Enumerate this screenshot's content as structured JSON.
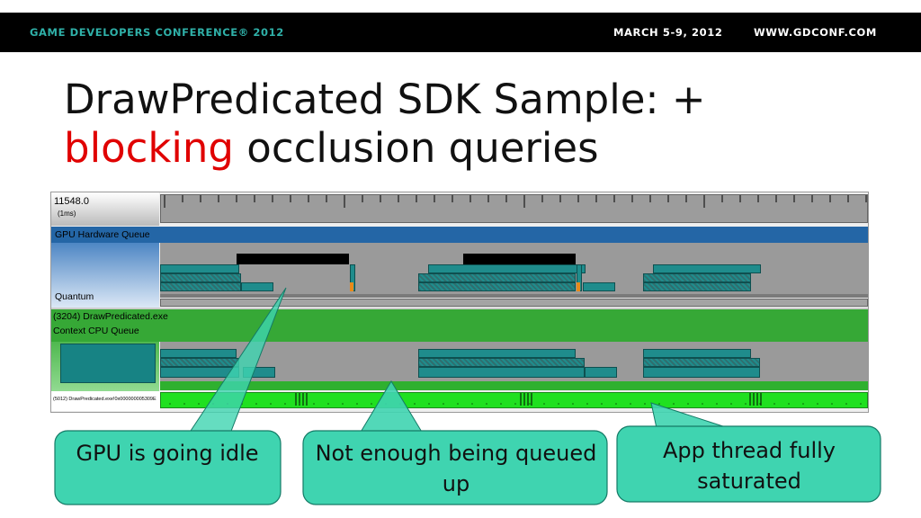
{
  "header": {
    "conference": "GAME DEVELOPERS CONFERENCE® 2012",
    "dates": "MARCH 5-9, 2012",
    "url": "WWW.GDCONF.COM",
    "accent_color": "#2fb0a8"
  },
  "slide": {
    "title_line1": "DrawPredicated SDK Sample: +",
    "title_highlight": "blocking",
    "title_rest": " occlusion queries",
    "highlight_color": "#e00000"
  },
  "profiler": {
    "ruler_value": "11548.0",
    "ruler_unit": "(1ms)",
    "gpu_queue_label": "GPU Hardware Queue",
    "quantum_label": "Quantum",
    "process_label": "(3204) DrawPredicated.exe",
    "context_label": "Context CPU Queue",
    "thread_label": "(5012) DrawPredicated.exe!0x000000",
    "thread_addr": "005309E",
    "lane_colors": {
      "gpu": "#2466a6",
      "process": "#36a836",
      "packet": "#1f8c8c",
      "thread": "#20e020"
    }
  },
  "callouts": {
    "gpu_idle": "GPU is going idle",
    "not_enough": "Not enough being queued up",
    "app_thread": "App thread fully saturated",
    "box_color": "#3fd4b0"
  }
}
